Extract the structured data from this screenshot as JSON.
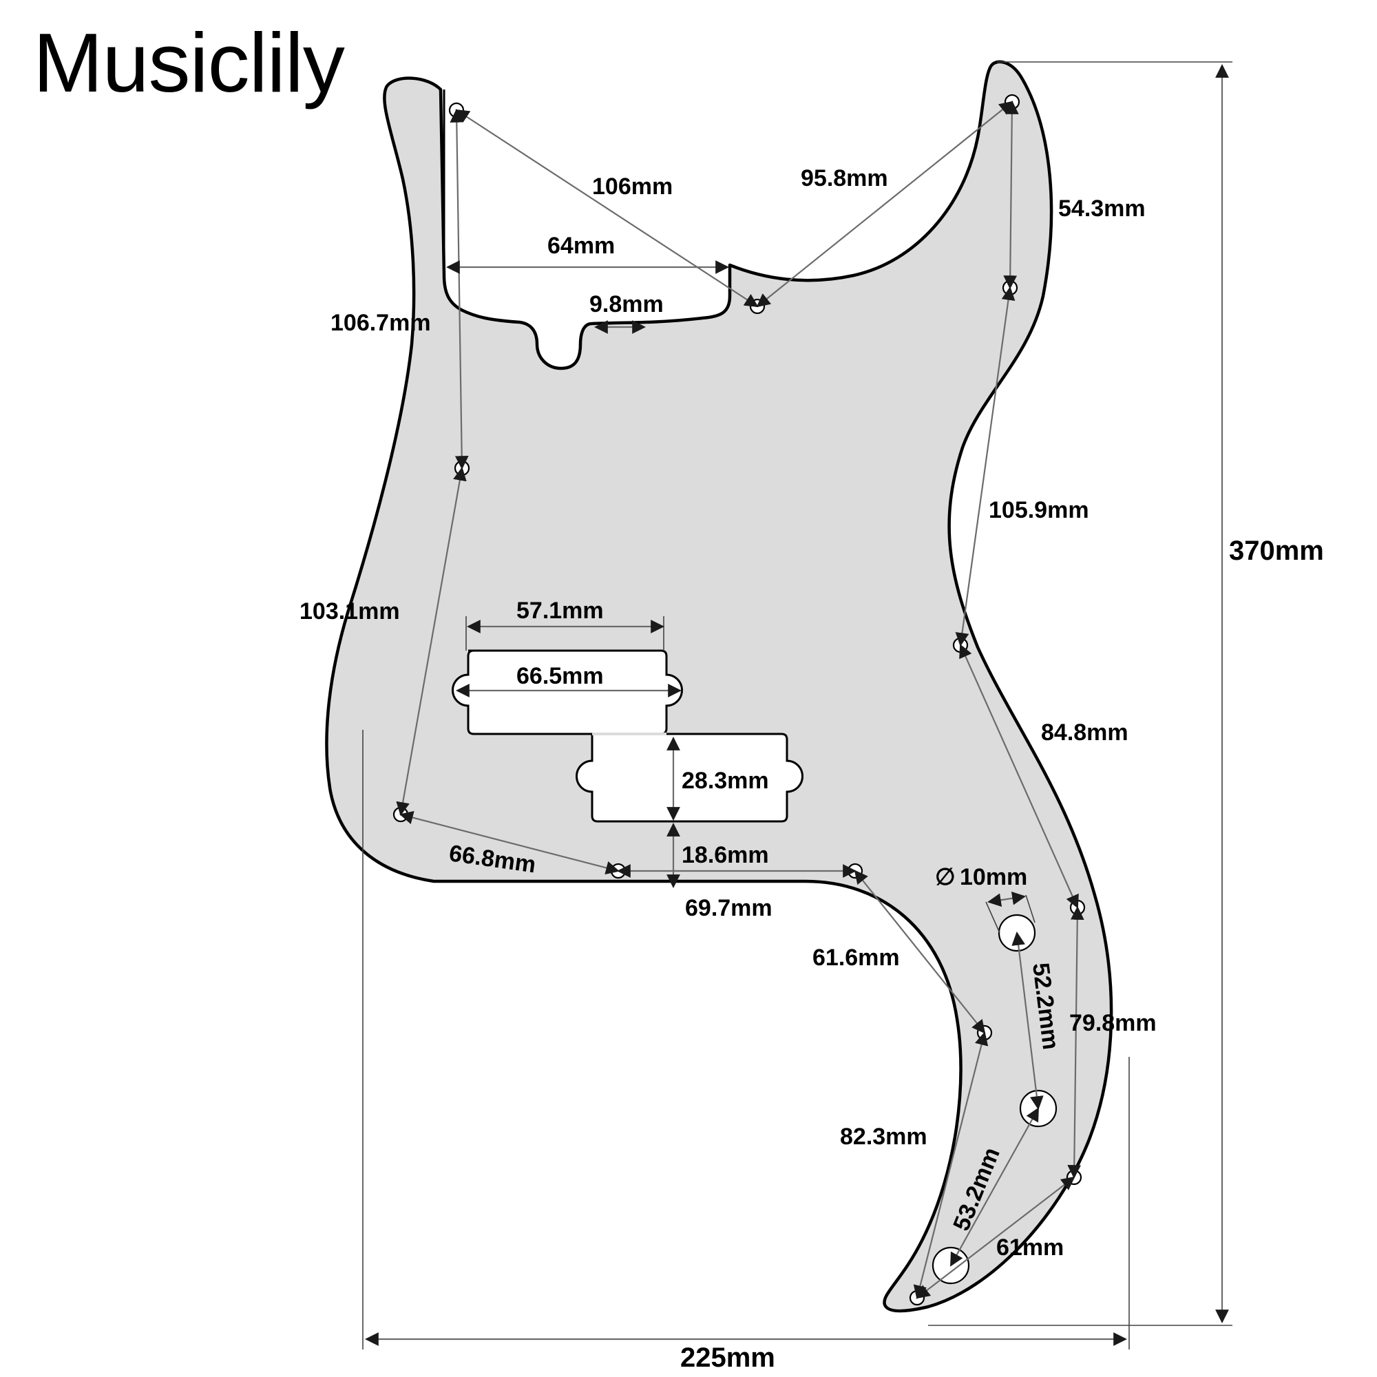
{
  "brand": "Musiclily",
  "colors": {
    "pickguard_fill": "#dcdcdc",
    "outline": "#000000",
    "dimension_line": "#6b6b6b",
    "background": "#ffffff"
  },
  "dimensions": {
    "total_height": "370mm",
    "total_width": "225mm",
    "top_left_to_neck": "106mm",
    "top_right_to_neck": "95.8mm",
    "right_upper_span": "54.3mm",
    "neck_pocket_width": "64mm",
    "truss_notch_width": "9.8mm",
    "left_upper_span": "106.7mm",
    "right_mid_span": "105.9mm",
    "left_lower_span": "103.1mm",
    "pickup_inner_width": "57.1mm",
    "pickup_outer_width": "66.5mm",
    "pickup_height": "28.3mm",
    "pickup_to_bottom": "18.6mm",
    "right_lower_span": "84.8mm",
    "bottom_left_span": "66.8mm",
    "bottom_mid_span": "69.7mm",
    "control_hole_diameter": "10mm",
    "diameter_symbol": "∅",
    "horn_upper_span": "61.6mm",
    "control_hole_spacing": "52.2mm",
    "right_horn_span": "79.8mm",
    "horn_inner_span": "82.3mm",
    "control_to_tip": "53.2mm",
    "tip_to_right": "61mm"
  }
}
